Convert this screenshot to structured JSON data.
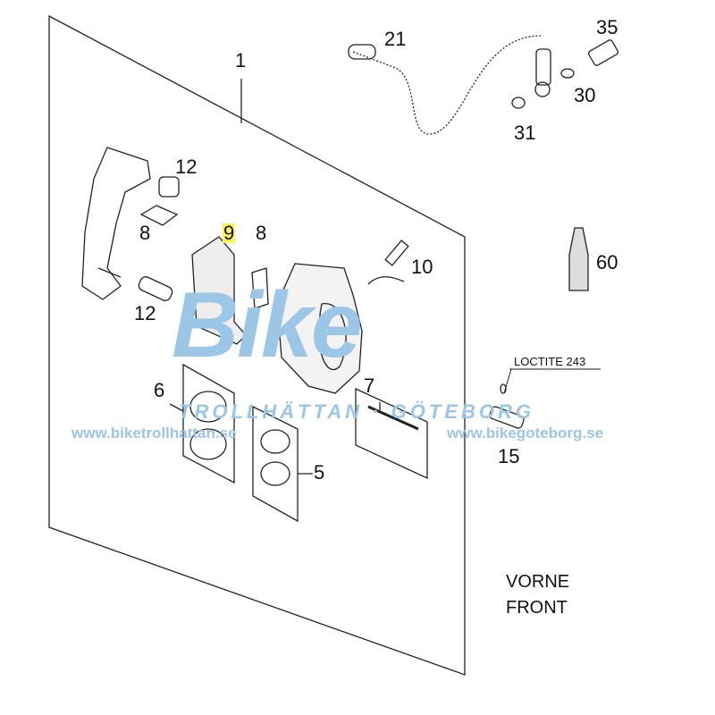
{
  "diagram": {
    "callouts": [
      {
        "id": "main-assembly",
        "text": "1"
      },
      {
        "id": "brake-line",
        "text": "21"
      },
      {
        "id": "banjo-bolt",
        "text": "35"
      },
      {
        "id": "washer-30",
        "text": "30"
      },
      {
        "id": "washer-31",
        "text": "31"
      },
      {
        "id": "sleeve",
        "text": "12"
      },
      {
        "id": "pad-spring-left",
        "text": "8"
      },
      {
        "id": "brake-pads",
        "text": "9"
      },
      {
        "id": "pad-spring-right",
        "text": "8"
      },
      {
        "id": "bleeder",
        "text": "10"
      },
      {
        "id": "loctite-bottle",
        "text": "60"
      },
      {
        "id": "guide-pin",
        "text": "12"
      },
      {
        "id": "pistons",
        "text": "6"
      },
      {
        "id": "pin-kit",
        "text": "7"
      },
      {
        "id": "seal-kit",
        "text": "5"
      },
      {
        "id": "caliper-bolt",
        "text": "15"
      }
    ],
    "loctite_note": "LOCTITE 243",
    "front_label": [
      "VORNE",
      "FRONT"
    ],
    "highlight_color": "#fff35a"
  },
  "watermark": {
    "brand": "Bike",
    "cities": "TROLLHÄTTAN · GÖTEBORG",
    "url_left": "www.biketrollhattan.se",
    "url_right": "www.bikegoteborg.se",
    "color": "#9cc6e6"
  }
}
